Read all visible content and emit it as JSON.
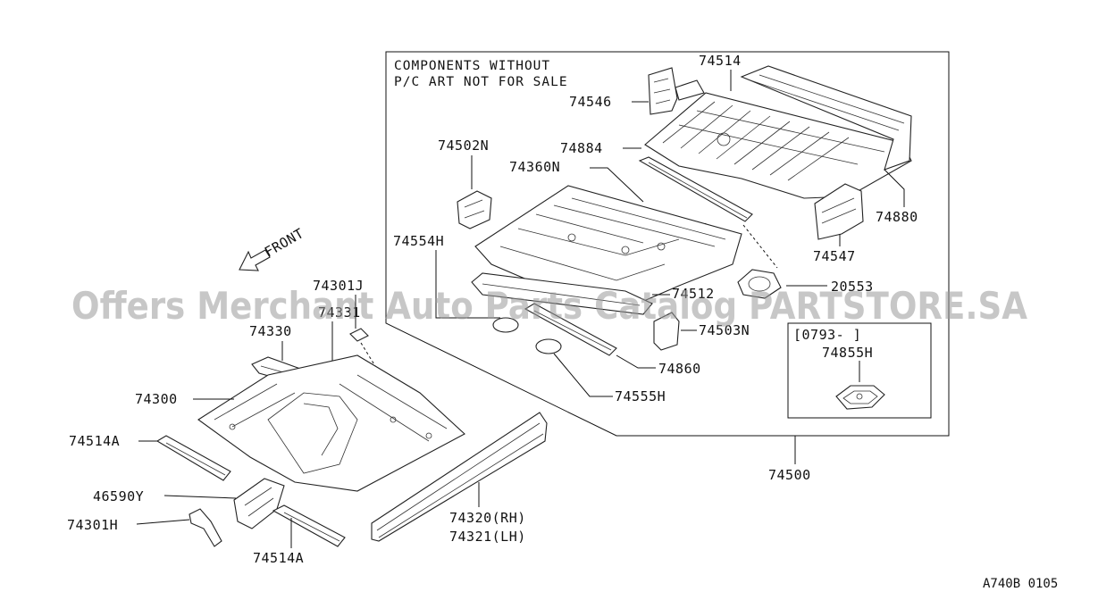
{
  "diagram": {
    "note": {
      "line1": "COMPONENTS WITHOUT",
      "line2": "P/C ART NOT FOR SALE"
    },
    "front_label": "FRONT",
    "inset_range": "[0793-      ]",
    "reference_code": "A740B 0105",
    "watermark": "Offers Merchant Auto Parts Catalog PARTSTORE.SA",
    "parts": {
      "p74514": "74514",
      "p74546": "74546",
      "p74884": "74884",
      "p74880": "74880",
      "p74502N": "74502N",
      "p74360N": "74360N",
      "p74547": "74547",
      "p74554H": "74554H",
      "p20553": "20553",
      "p74512": "74512",
      "p74503N": "74503N",
      "p74860": "74860",
      "p74555H": "74555H",
      "p74855H": "74855H",
      "p74500": "74500",
      "p74301J": "74301J",
      "p74331": "74331",
      "p74330": "74330",
      "p74300": "74300",
      "p74514A_top": "74514A",
      "p46590Y": "46590Y",
      "p74301H": "74301H",
      "p74514A_bottom": "74514A",
      "p74320": "74320(RH)",
      "p74321": "74321(LH)"
    }
  }
}
